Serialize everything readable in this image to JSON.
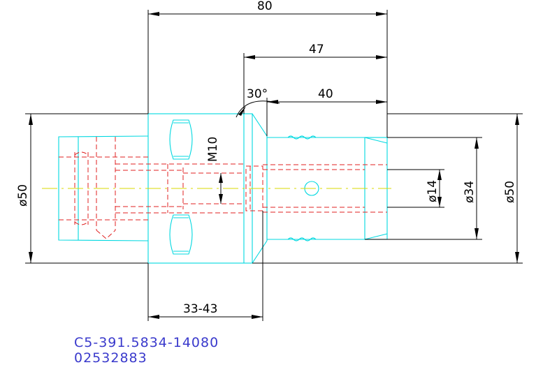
{
  "dimensions": {
    "overall_length": "80",
    "length_47": "47",
    "length_40": "40",
    "angle": "30°",
    "thread": "M10",
    "dia_left": "ø50",
    "dia_14": "ø14",
    "dia_34": "ø34",
    "dia_right": "ø50",
    "bottom_range": "33-43"
  },
  "part": {
    "code": "C5-391.5834-14080",
    "number": "02532883"
  },
  "colors": {
    "outline": "#00d8e0",
    "hidden": "#e02020",
    "centerline": "#d8d800",
    "dimension": "#000000",
    "part_text": "#3a3acc"
  }
}
